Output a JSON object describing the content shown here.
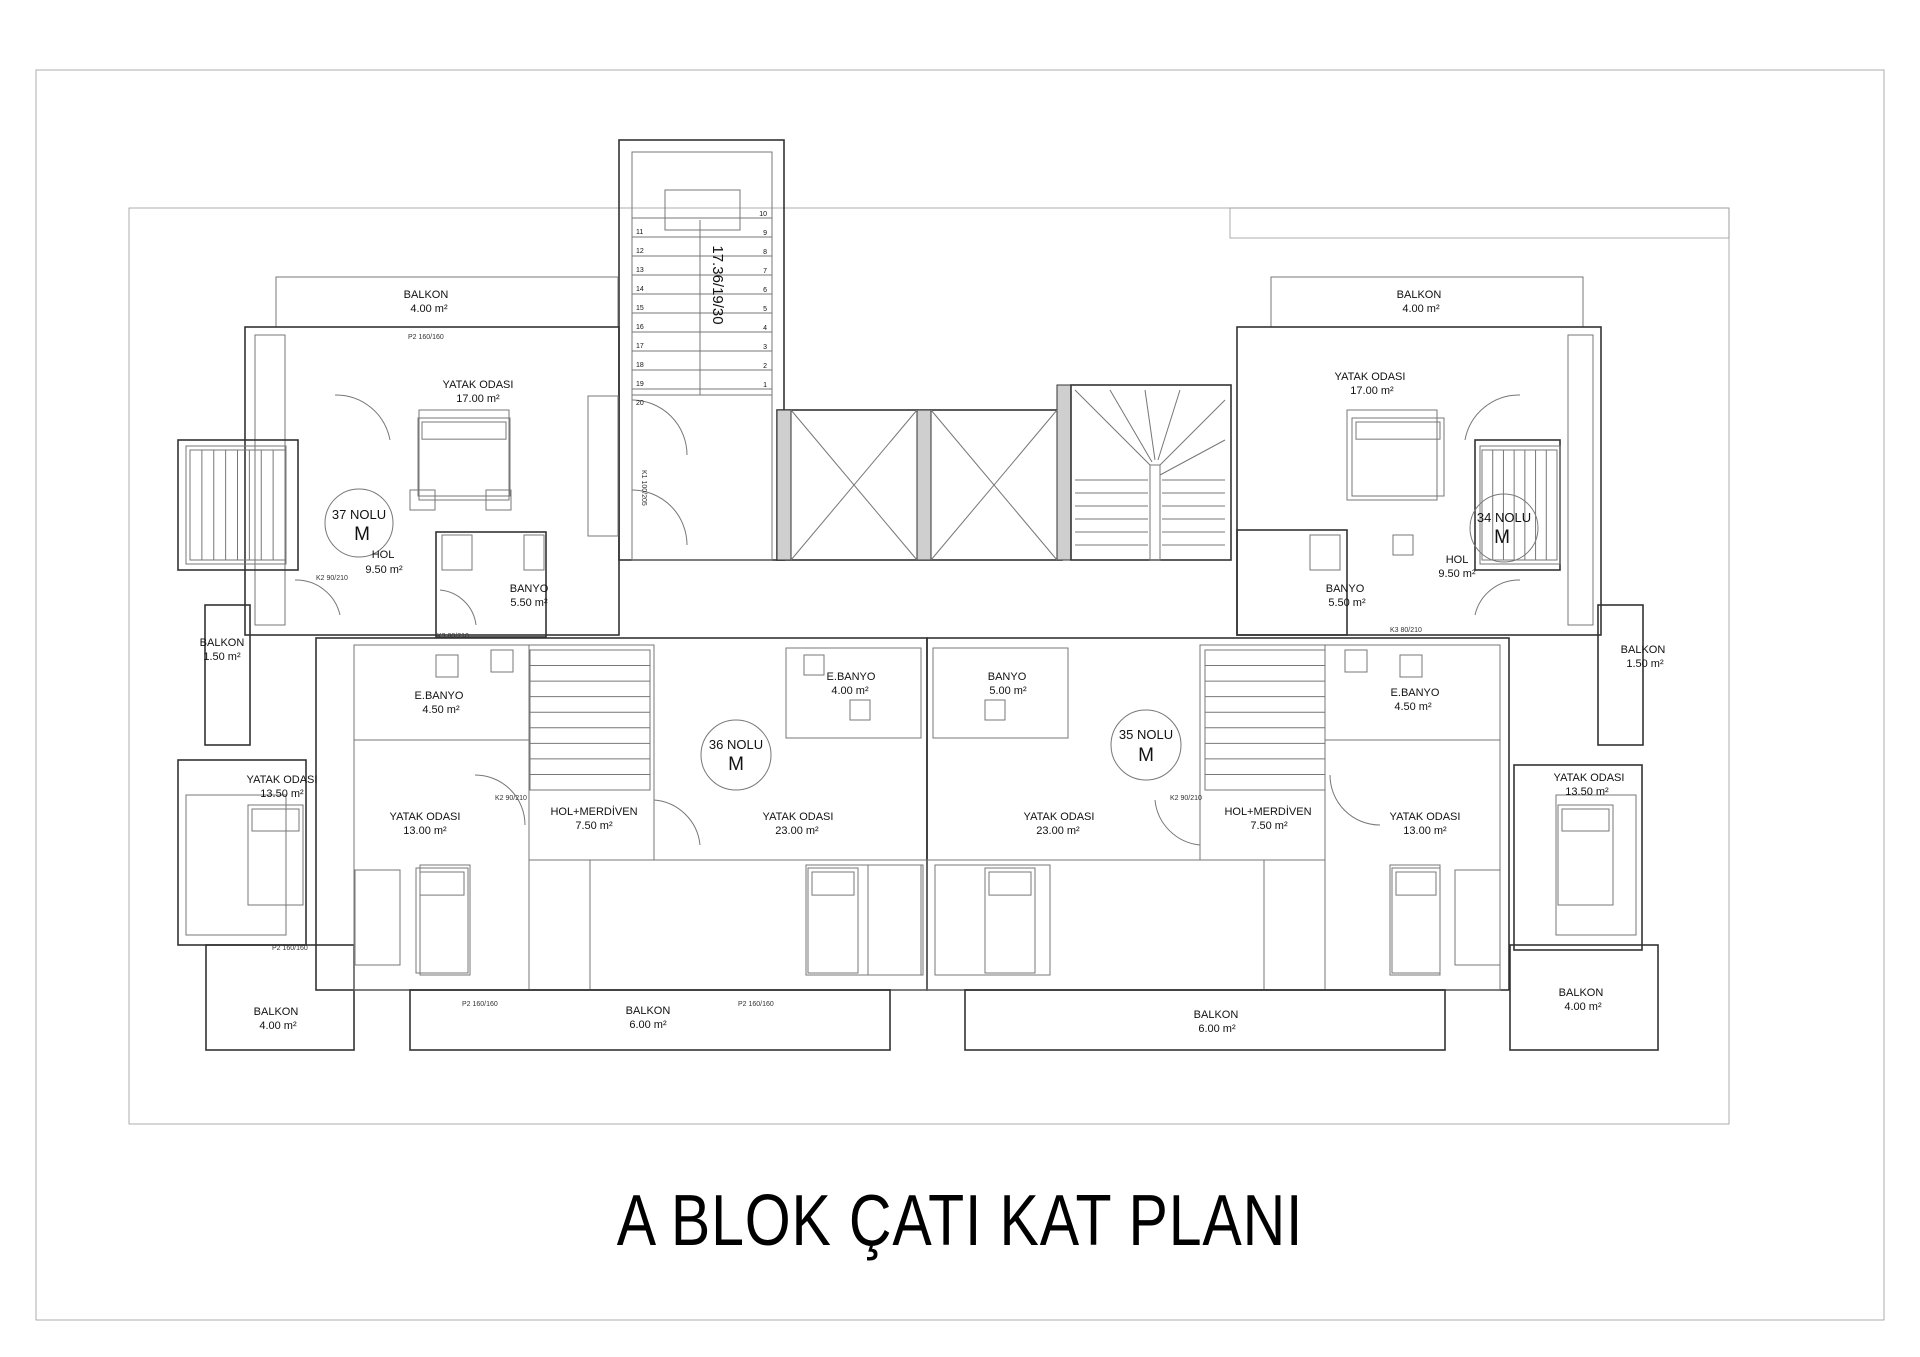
{
  "title": "A BLOK ÇATI KAT PLANI",
  "stair_label": "17.36/19/30",
  "stair_numbers_right": [
    "10",
    "9",
    "8",
    "7",
    "6",
    "5",
    "4",
    "3",
    "2",
    "1"
  ],
  "stair_numbers_left": [
    "11",
    "12",
    "13",
    "14",
    "15",
    "16",
    "17",
    "18",
    "19",
    "20"
  ],
  "units": [
    {
      "name": "37 NOLU",
      "type": "M"
    },
    {
      "name": "36 NOLU",
      "type": "M"
    },
    {
      "name": "35 NOLU",
      "type": "M"
    },
    {
      "name": "34 NOLU",
      "type": "M"
    }
  ],
  "rooms": {
    "balkon_tl": {
      "name": "BALKON",
      "area": "4.00 m²"
    },
    "yatak_tl": {
      "name": "YATAK ODASI",
      "area": "17.00 m²"
    },
    "hol_l": {
      "name": "HOL",
      "area": "9.50 m²"
    },
    "banyo_l": {
      "name": "BANYO",
      "area": "5.50 m²"
    },
    "balkon_ml": {
      "name": "BALKON",
      "area": "1.50 m²"
    },
    "yatak_ll": {
      "name": "YATAK ODASI",
      "area": "13.50 m²"
    },
    "balkon_bl": {
      "name": "BALKON",
      "area": "4.00 m²"
    },
    "ebanyo_36l": {
      "name": "E.BANYO",
      "area": "4.50 m²"
    },
    "yatak_36l": {
      "name": "YATAK ODASI",
      "area": "13.00 m²"
    },
    "hol_36": {
      "name": "HOL+MERDİVEN",
      "area": "7.50 m²"
    },
    "yatak_36r": {
      "name": "YATAK ODASI",
      "area": "23.00 m²"
    },
    "ebanyo_36r": {
      "name": "E.BANYO",
      "area": "4.00 m²"
    },
    "balkon_36": {
      "name": "BALKON",
      "area": "6.00 m²"
    },
    "banyo_35": {
      "name": "BANYO",
      "area": "5.00 m²"
    },
    "yatak_35l": {
      "name": "YATAK ODASI",
      "area": "23.00 m²"
    },
    "hol_35": {
      "name": "HOL+MERDİVEN",
      "area": "7.50 m²"
    },
    "ebanyo_35r": {
      "name": "E.BANYO",
      "area": "4.50 m²"
    },
    "yatak_35r": {
      "name": "YATAK ODASI",
      "area": "13.00 m²"
    },
    "balkon_35": {
      "name": "BALKON",
      "area": "6.00 m²"
    },
    "balkon_tr": {
      "name": "BALKON",
      "area": "4.00 m²"
    },
    "yatak_tr": {
      "name": "YATAK ODASI",
      "area": "17.00 m²"
    },
    "hol_r": {
      "name": "HOL",
      "area": "9.50 m²"
    },
    "banyo_r": {
      "name": "BANYO",
      "area": "5.50 m²"
    },
    "balkon_mr": {
      "name": "BALKON",
      "area": "1.50 m²"
    },
    "yatak_lr": {
      "name": "YATAK ODASI",
      "area": "13.50 m²"
    },
    "balkon_br": {
      "name": "BALKON",
      "area": "4.00 m²"
    }
  },
  "openings": {
    "p2_160": "P2 160/160",
    "k2_90": "K2 90/210",
    "k3_80": "K3 80/210",
    "k1_100": "K1 100/205"
  }
}
